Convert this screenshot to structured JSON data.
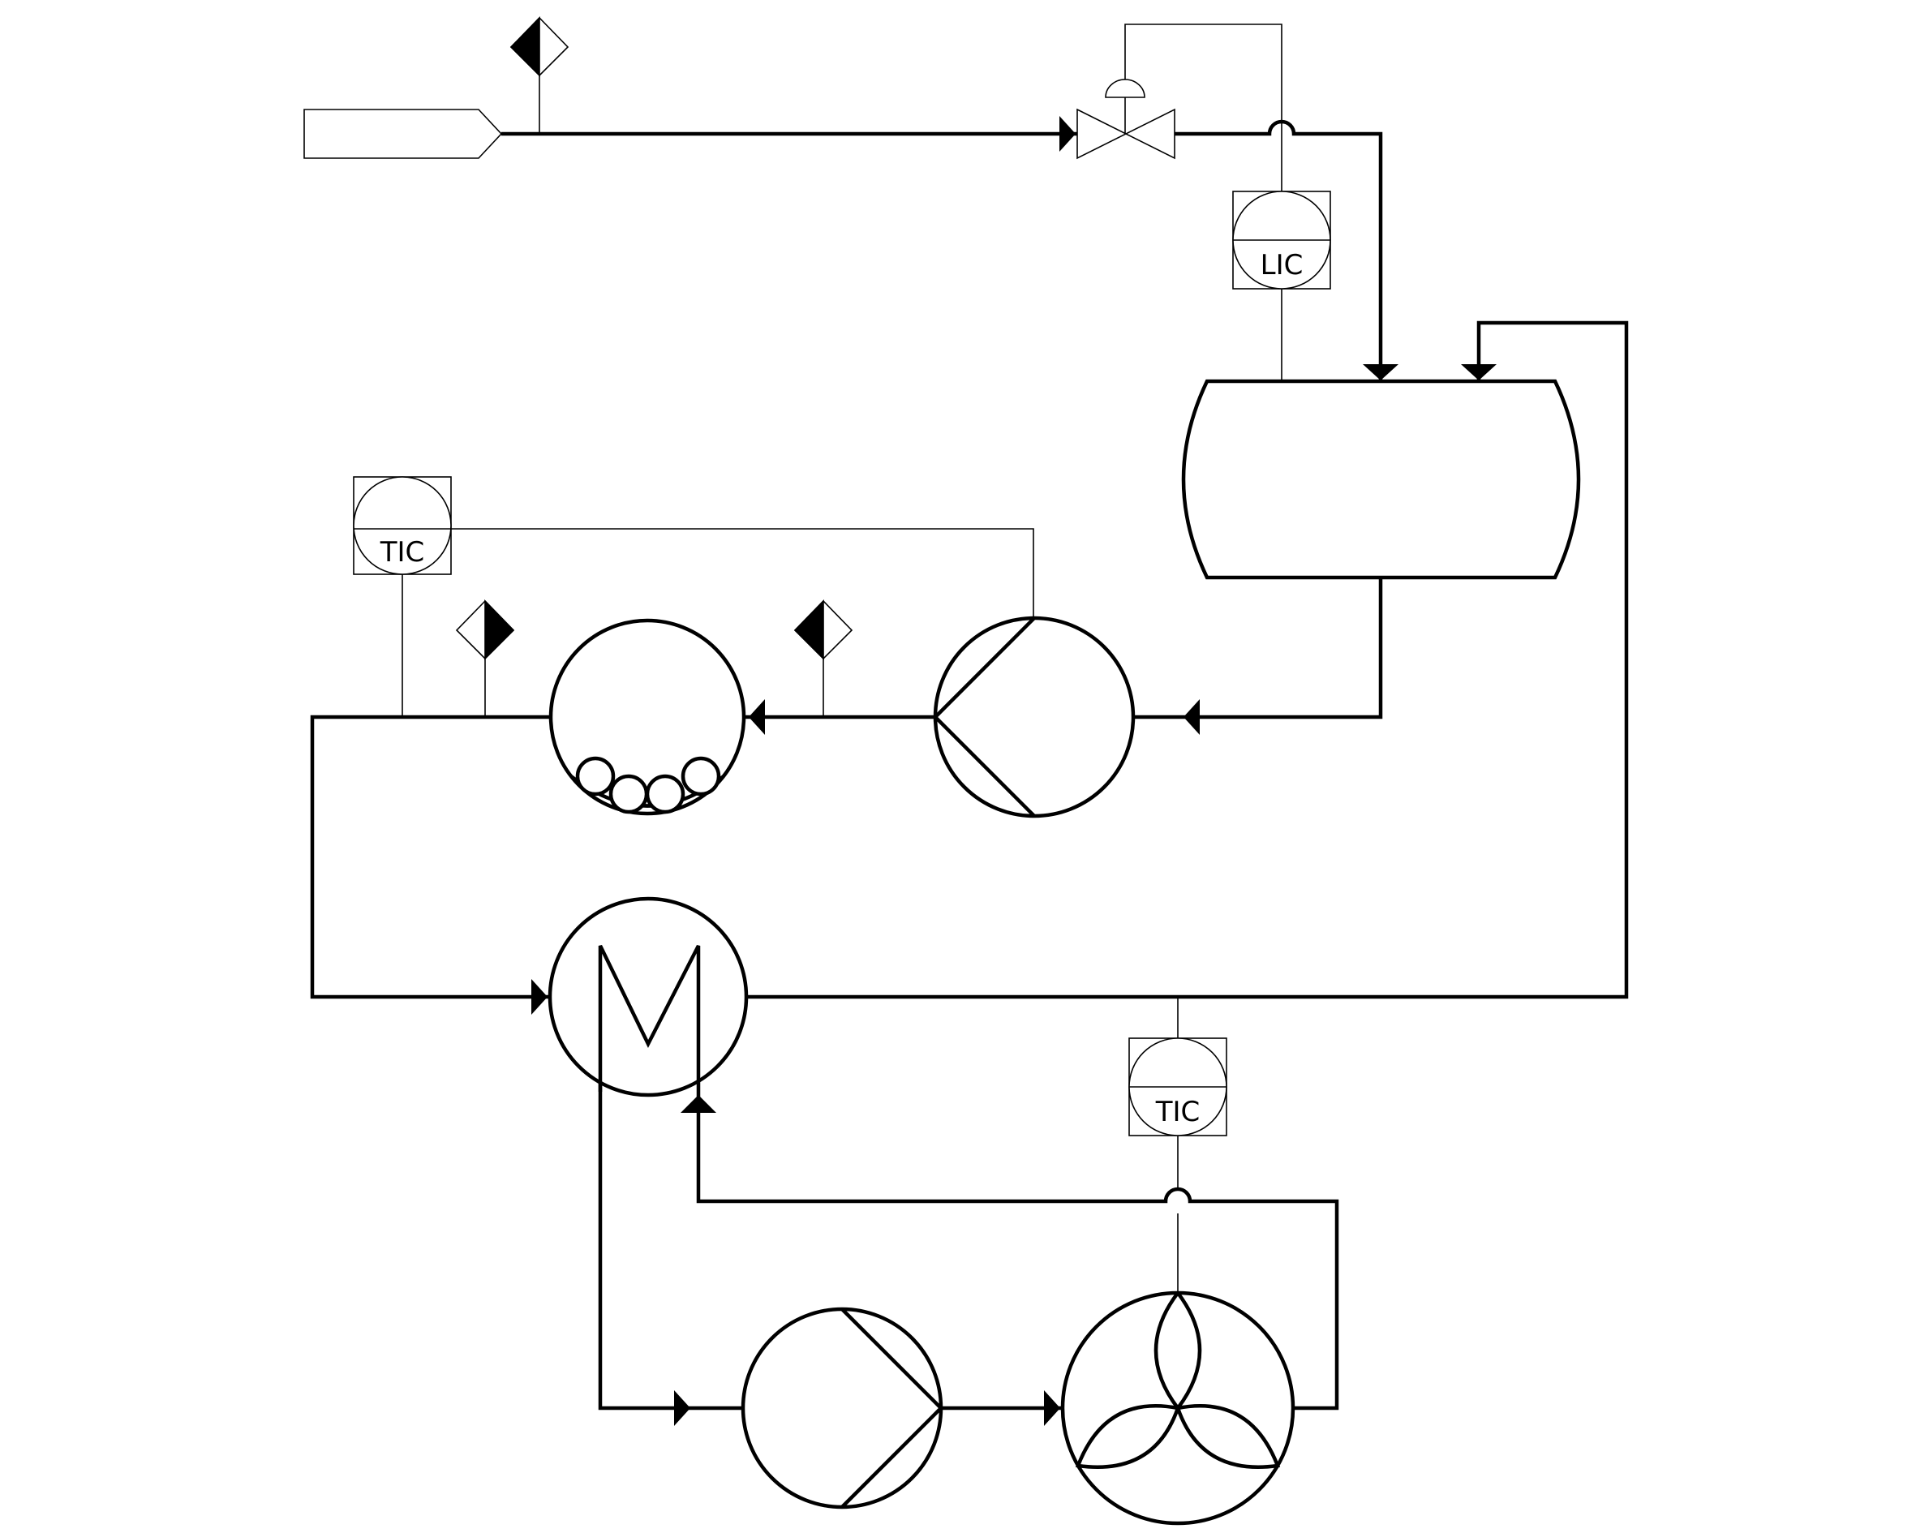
{
  "instruments": [
    {
      "id": "lic",
      "label": "LIC"
    },
    {
      "id": "tic_upper",
      "label": "TIC"
    },
    {
      "id": "tic_lower",
      "label": "TIC"
    }
  ]
}
